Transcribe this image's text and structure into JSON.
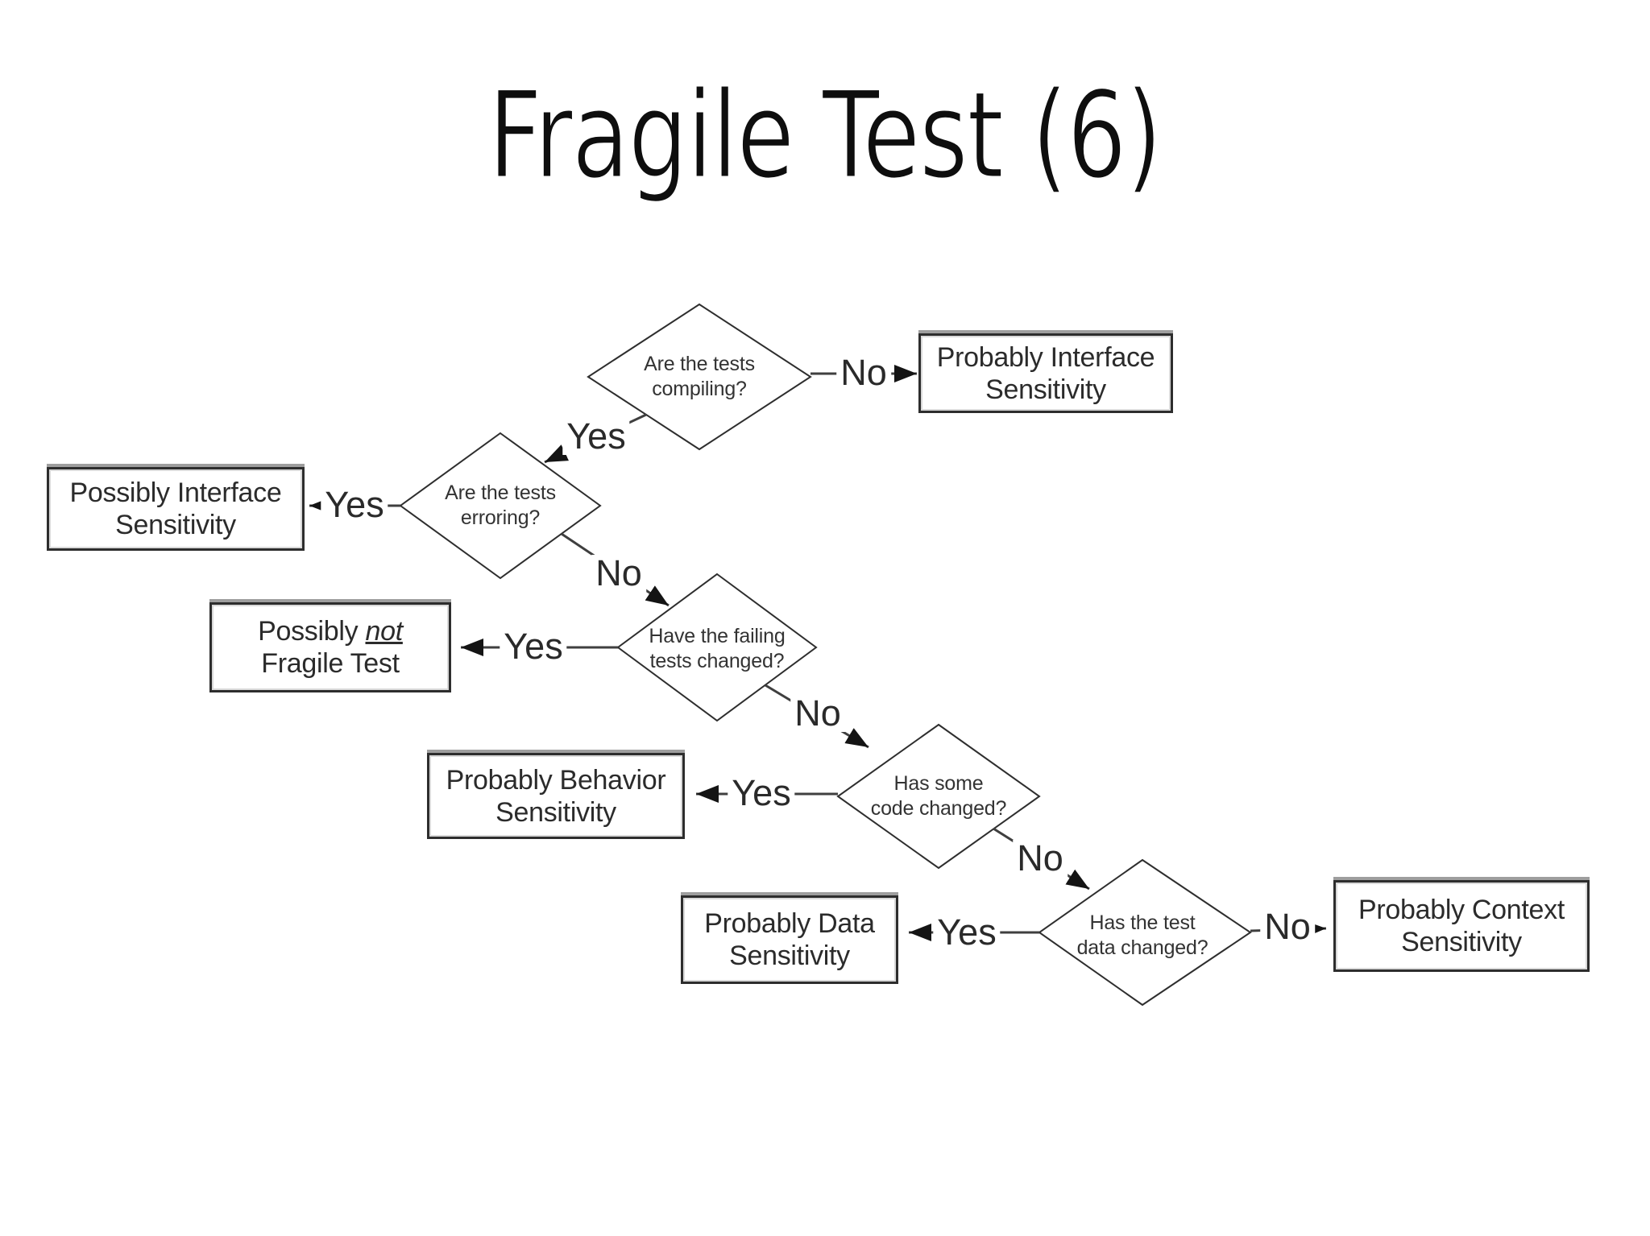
{
  "title": "Fragile Test (6)",
  "flowchart": {
    "decisions": [
      {
        "id": "compiling",
        "line1": "Are the tests",
        "line2": "compiling?"
      },
      {
        "id": "erroring",
        "line1": "Are the tests",
        "line2": "erroring?"
      },
      {
        "id": "failing",
        "line1": "Have the failing",
        "line2": "tests changed?"
      },
      {
        "id": "code",
        "line1": "Has some",
        "line2": "code changed?"
      },
      {
        "id": "data",
        "line1": "Has the test",
        "line2": "data changed?"
      }
    ],
    "outcomes": [
      {
        "id": "probably-interface",
        "line1": "Probably Interface",
        "line2": "Sensitivity"
      },
      {
        "id": "possibly-interface",
        "line1": "Possibly Interface",
        "line2": "Sensitivity"
      },
      {
        "id": "possibly-not-fragile",
        "line1_prefix": "Possibly ",
        "line1_emphasis": "not",
        "line2": "Fragile Test"
      },
      {
        "id": "probably-behavior",
        "line1": "Probably Behavior",
        "line2": "Sensitivity"
      },
      {
        "id": "probably-data",
        "line1": "Probably Data",
        "line2": "Sensitivity"
      },
      {
        "id": "probably-context",
        "line1": "Probably Context",
        "line2": "Sensitivity"
      }
    ],
    "edges": [
      {
        "from": "compiling",
        "label": "No",
        "to": "probably-interface"
      },
      {
        "from": "compiling",
        "label": "Yes",
        "to": "erroring"
      },
      {
        "from": "erroring",
        "label": "Yes",
        "to": "possibly-interface"
      },
      {
        "from": "erroring",
        "label": "No",
        "to": "failing"
      },
      {
        "from": "failing",
        "label": "Yes",
        "to": "possibly-not-fragile"
      },
      {
        "from": "failing",
        "label": "No",
        "to": "code"
      },
      {
        "from": "code",
        "label": "Yes",
        "to": "probably-behavior"
      },
      {
        "from": "code",
        "label": "No",
        "to": "data"
      },
      {
        "from": "data",
        "label": "Yes",
        "to": "probably-data"
      },
      {
        "from": "data",
        "label": "No",
        "to": "probably-context"
      }
    ]
  },
  "colors": {
    "background": "#ffffff",
    "line": "#3f3f3f",
    "arrow": "#141414",
    "text": "#222222",
    "box_border": "#2d2d2d"
  }
}
